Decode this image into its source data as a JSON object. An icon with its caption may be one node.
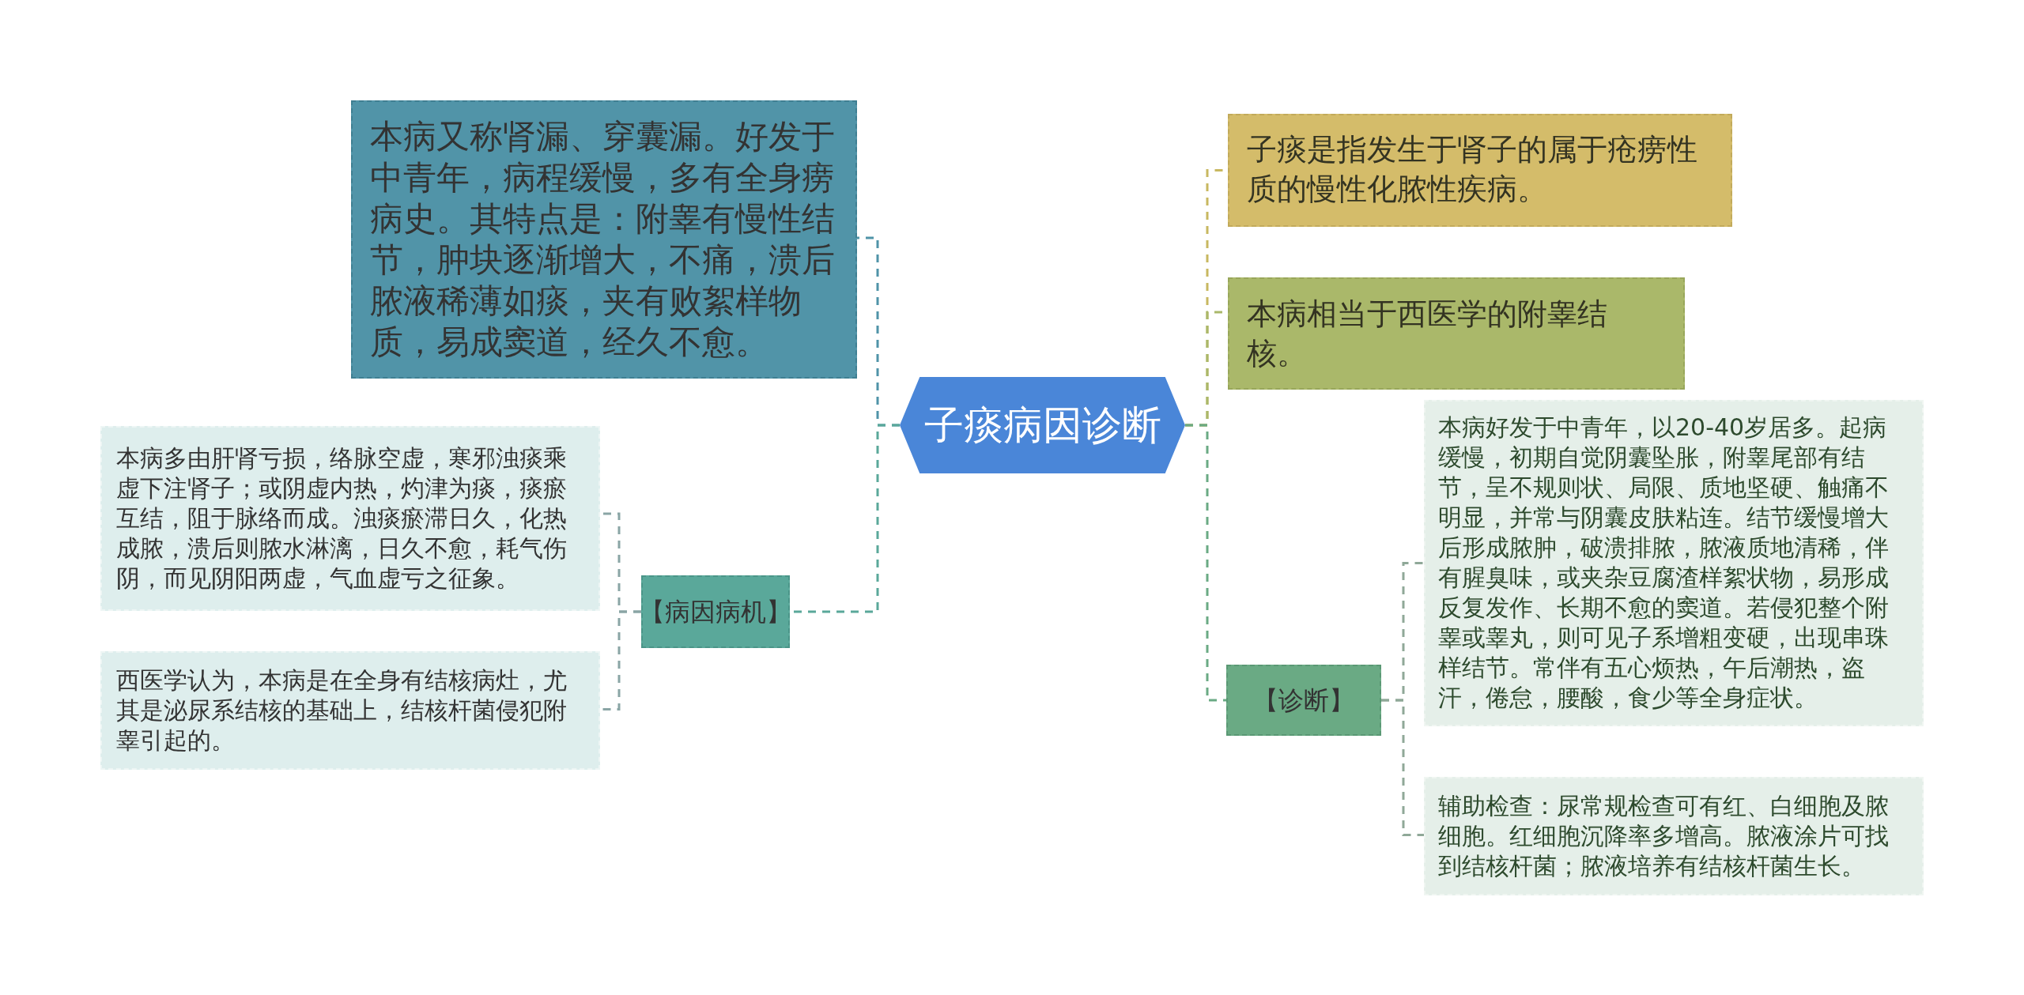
{
  "diagram": {
    "nodes": [
      {
        "text": [
          "子痰病因诊断"
        ]
      },
      {
        "text": [
          "本病又称肾漏、穿囊漏。好发于中青年，病程缓慢，多有全身痨病史。其特点是：附睾有慢性结节，肿块逐渐增大，不痛，溃后脓液稀薄如痰，夹有败絮样物质，易成窦道，经久不愈。"
        ]
      },
      {
        "text": [
          "【病因病机】"
        ]
      },
      {
        "text": [
          "本病多由肝肾亏损，络脉空虚，寒邪浊痰乘虚下注肾子；或阴虚内热，灼津为痰，痰瘀互结，阻于脉络而成。浊痰瘀滞日久，化热成脓，溃后则脓水淋漓，日久不愈，耗气伤阴，而见阴阳两虚，气血虚亏之征象。"
        ]
      },
      {
        "text": [
          "西医学认为，本病是在全身有结核病灶，尤其是泌尿系结核的基础上，结核杆菌侵犯附睾引起的。"
        ]
      },
      {
        "text": [
          "子痰是指发生于肾子的属于疮痨性质的慢性化脓性疾病。"
        ]
      },
      {
        "text": [
          "本病相当于西医学的附睾结核。"
        ]
      },
      {
        "text": [
          "【诊断】"
        ]
      },
      {
        "text": [
          "本病好发于中青年，以20-40岁居多。起病缓慢，初期自觉阴囊坠胀，附睾尾部有结节，呈不规则状、局限、质地坚硬、触痛不明显，并常与阴囊皮肤粘连。结节缓慢增大后形成脓肿，破溃排脓，脓液质地清稀，伴有腥臭味，或夹杂豆腐渣样絮状物，易形成反复发作、长期不愈的窦道。若侵犯整个附睾或睾丸，则可见子系增粗变硬，出现串珠样结节。常伴有五心烦热，午后潮热，盗汗，倦怠，腰酸，食少等全身症状。"
        ]
      },
      {
        "text": [
          "辅助检查：尿常规检查可有红、白细胞及脓细胞。红细胞沉降率多增高。脓液涂片可找到结核杆菌；脓液培养有结核杆菌生长。"
        ]
      }
    ],
    "edges": [
      {
        "from": 0,
        "to": 1,
        "arrow": "none",
        "style": "dashed",
        "color": "#4f93a8"
      },
      {
        "from": 0,
        "to": 2,
        "arrow": "none",
        "style": "dashed",
        "color": "#5aa89a"
      },
      {
        "from": 2,
        "to": 3,
        "arrow": "none",
        "style": "dashed",
        "color": "#8aa5a5"
      },
      {
        "from": 2,
        "to": 4,
        "arrow": "none",
        "style": "dashed",
        "color": "#8aa5a5"
      },
      {
        "from": 0,
        "to": 5,
        "arrow": "none",
        "style": "dashed",
        "color": "#c8b860"
      },
      {
        "from": 0,
        "to": 6,
        "arrow": "none",
        "style": "dashed",
        "color": "#aab86a"
      },
      {
        "from": 0,
        "to": 7,
        "arrow": "none",
        "style": "dashed",
        "color": "#6aaa84"
      },
      {
        "from": 7,
        "to": 8,
        "arrow": "none",
        "style": "dashed",
        "color": "#8fa898"
      },
      {
        "from": 7,
        "to": 9,
        "arrow": "none",
        "style": "dashed",
        "color": "#8fa898"
      }
    ]
  }
}
